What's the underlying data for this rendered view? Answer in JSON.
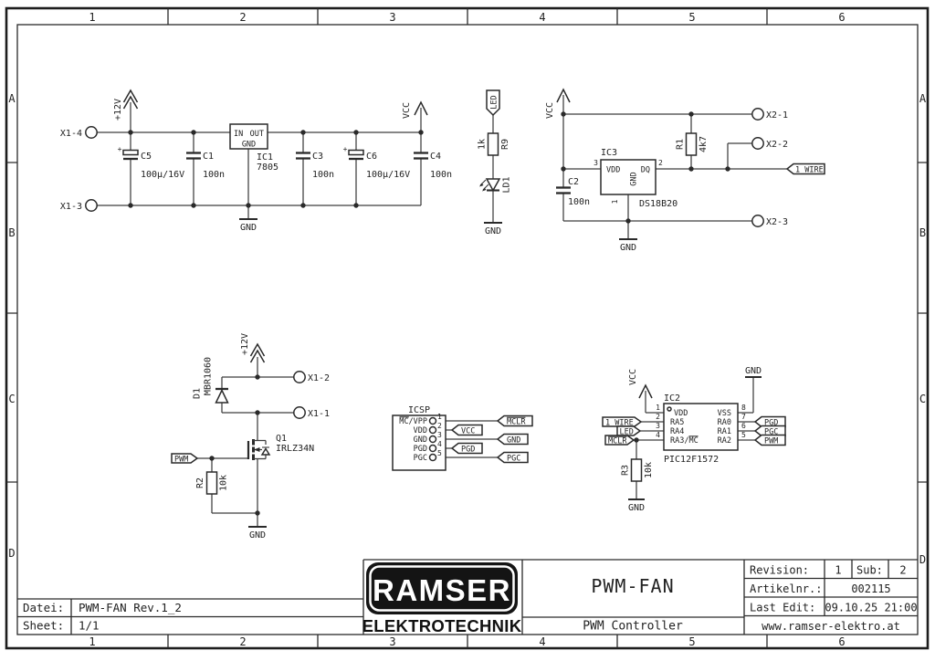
{
  "frame": {
    "columns": [
      "1",
      "2",
      "3",
      "4",
      "5",
      "6"
    ],
    "rows": [
      "A",
      "B",
      "C",
      "D"
    ]
  },
  "title_block": {
    "logo_top": "RAMSER",
    "logo_bottom": "ELEKTROTECHNIK",
    "project": "PWM-FAN",
    "subtitle": "PWM Controller",
    "revision_label": "Revision:",
    "revision_value": "1",
    "sub_label": "Sub:",
    "sub_value": "2",
    "artikel_label": "Artikelnr.:",
    "artikel_value": "002115",
    "last_edit_label": "Last Edit:",
    "last_edit_value": "09.10.25 21:00",
    "website": "www.ramser-elektro.at",
    "datei_label": "Datei:",
    "datei_value": "PWM-FAN Rev.1_2",
    "sheet_label": "Sheet:",
    "sheet_value": "1/1"
  },
  "power": {
    "x1_4": "X1-4",
    "x1_3": "X1-3",
    "plus12": "+12V",
    "vcc": "VCC",
    "gnd": "GND",
    "caps": [
      {
        "name": "C5",
        "value": "100µ/16V",
        "plus": "+"
      },
      {
        "name": "C1",
        "value": "100n"
      },
      {
        "name": "C3",
        "value": "100n"
      },
      {
        "name": "C6",
        "value": "100µ/16V",
        "plus": "+"
      },
      {
        "name": "C4",
        "value": "100n"
      }
    ],
    "ic1": {
      "name": "IC1",
      "value": "7805",
      "pin_in": "IN",
      "pin_out": "OUT",
      "pin_gnd": "GND"
    }
  },
  "led_indicator": {
    "tag": "LED",
    "r_value": "1k",
    "r_name": "R9",
    "led_name": "LD1",
    "gnd": "GND"
  },
  "sensor": {
    "vcc": "VCC",
    "gnd": "GND",
    "x2_1": "X2-1",
    "x2_2": "X2-2",
    "x2_3": "X2-3",
    "r1_name": "R1",
    "r1_value": "4k7",
    "ic3_name": "IC3",
    "ic3_part": "DS18B20",
    "pin_vdd": "VDD",
    "pin_dq": "DQ",
    "pin_gnd": "GND",
    "num_vdd": "3",
    "num_dq": "2",
    "num_gnd": "1",
    "c2_name": "C2",
    "c2_value": "100n",
    "tag_1wire": "1_WIRE"
  },
  "driver": {
    "plus12": "+12V",
    "gnd": "GND",
    "d1_name": "D1",
    "d1_part": "MBR1060",
    "x1_2": "X1-2",
    "x1_1": "X1-1",
    "q1_name": "Q1",
    "q1_part": "IRLZ34N",
    "tag_pwm": "PWM",
    "r2_name": "R2",
    "r2_value": "10k"
  },
  "icsp": {
    "title": "ICSP",
    "pins": [
      {
        "num": "1",
        "name": "MC/VPP",
        "tag": "MCLR"
      },
      {
        "num": "2",
        "name": "VDD",
        "tag": "VCC"
      },
      {
        "num": "3",
        "name": "GND",
        "tag": "GND"
      },
      {
        "num": "4",
        "name": "PGD",
        "tag": "PGD"
      },
      {
        "num": "5",
        "name": "PGC",
        "tag": "PGC"
      }
    ]
  },
  "mcu": {
    "vcc": "VCC",
    "gnd_top": "GND",
    "gnd_bottom": "GND",
    "ic2_name": "IC2",
    "ic2_part": "PIC12F1572",
    "left_pins": [
      {
        "num": "1",
        "name": "VDD"
      },
      {
        "num": "2",
        "name": "RA5",
        "tag": "1_WIRE"
      },
      {
        "num": "3",
        "name": "RA4",
        "tag": "LED"
      },
      {
        "num": "4",
        "name": "RA3/MC",
        "tag": "MCLR"
      }
    ],
    "right_pins": [
      {
        "num": "8",
        "name": "VSS"
      },
      {
        "num": "7",
        "name": "RA0",
        "tag": "PGD"
      },
      {
        "num": "6",
        "name": "RA1",
        "tag": "PGC"
      },
      {
        "num": "5",
        "name": "RA2",
        "tag": "PWM"
      }
    ],
    "r3_name": "R3",
    "r3_value": "10k"
  },
  "colors": {
    "ink": "#2a2a2a",
    "paper": "#ffffff"
  }
}
